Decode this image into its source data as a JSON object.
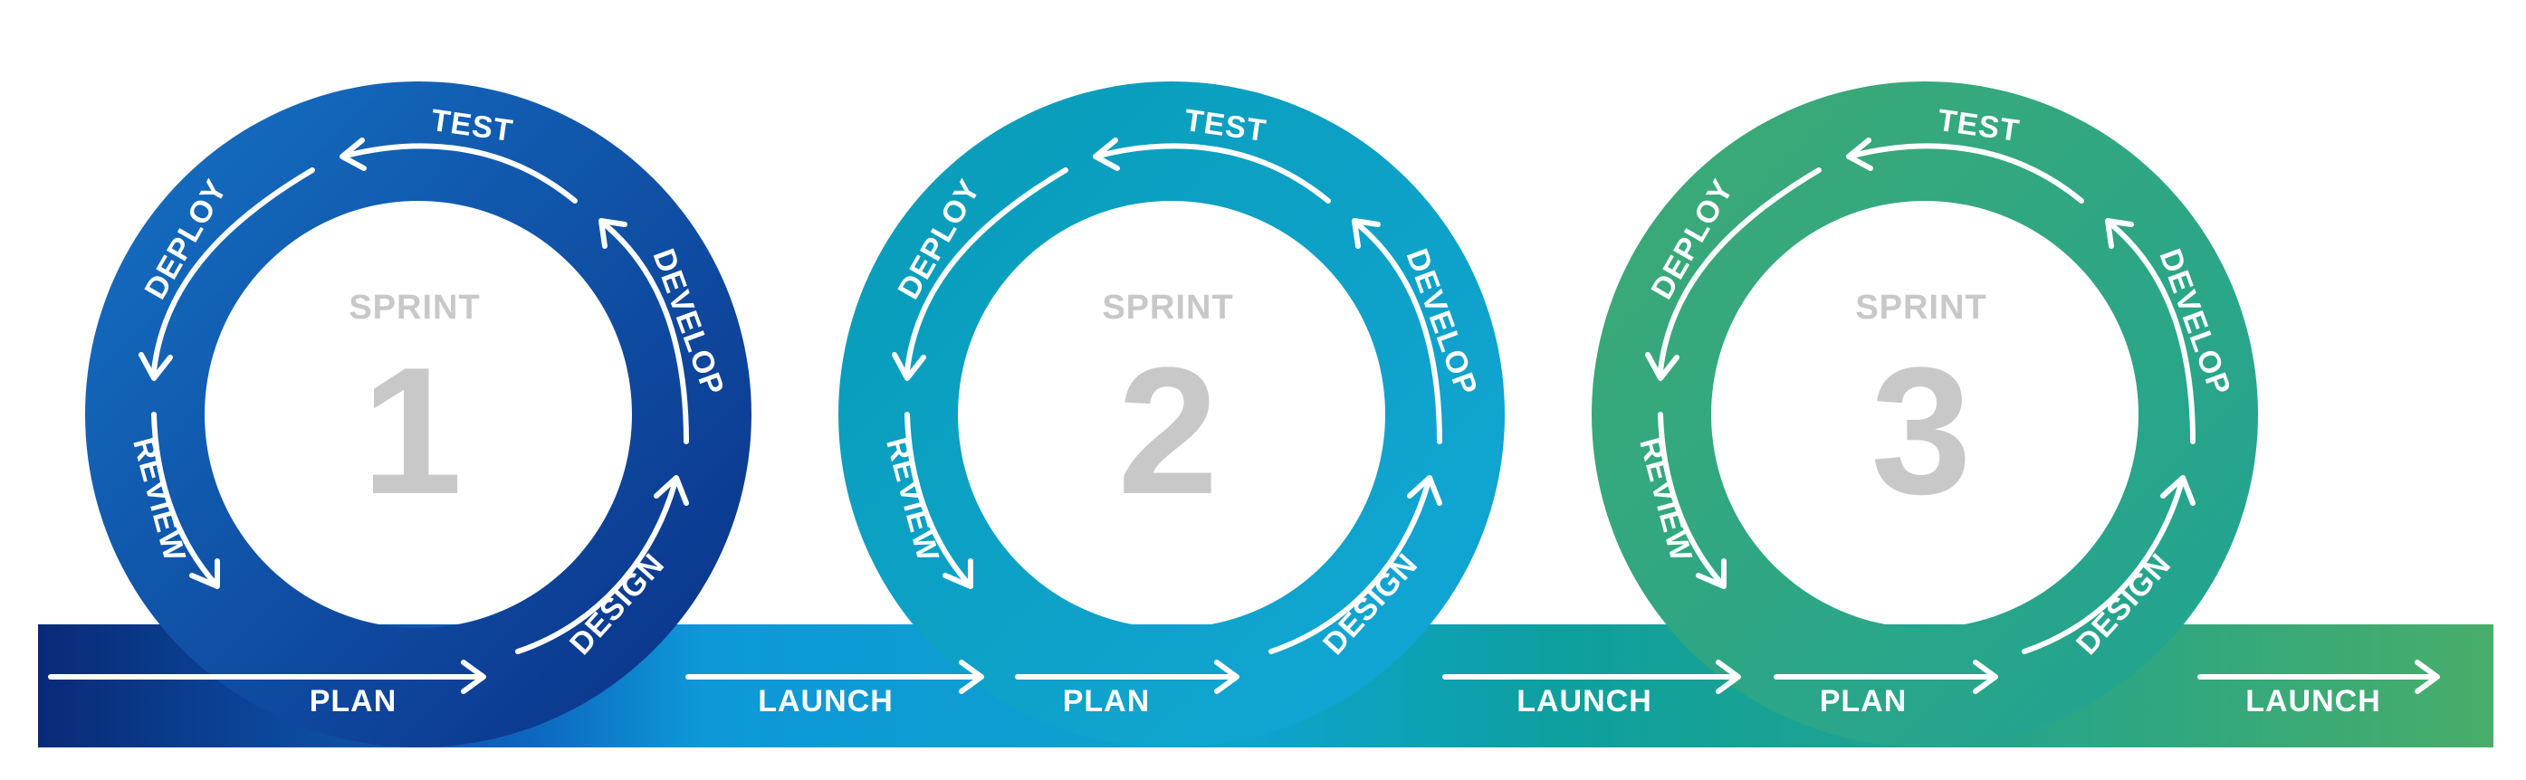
{
  "sprints": [
    {
      "word": "SPRINT",
      "number": "1",
      "stages": {
        "test": "TEST",
        "deploy": "DEPLOY",
        "develop": "DEVELOP",
        "review": "REVIEW",
        "design": "DESIGN"
      },
      "colors": {
        "ring_start": "#1573c6",
        "ring_end": "#0a2f86"
      }
    },
    {
      "word": "SPRINT",
      "number": "2",
      "stages": {
        "test": "TEST",
        "deploy": "DEPLOY",
        "develop": "DEVELOP",
        "review": "REVIEW",
        "design": "DESIGN"
      },
      "colors": {
        "ring_start": "#089cb6",
        "ring_end": "#12a6d8"
      }
    },
    {
      "word": "SPRINT",
      "number": "3",
      "stages": {
        "test": "TEST",
        "deploy": "DEPLOY",
        "develop": "DEVELOP",
        "review": "REVIEW",
        "design": "DESIGN"
      },
      "colors": {
        "ring_start": "#3faa73",
        "ring_end": "#1ea394"
      }
    }
  ],
  "band": {
    "labels": [
      "PLAN",
      "LAUNCH",
      "PLAN",
      "LAUNCH",
      "PLAN",
      "LAUNCH"
    ],
    "colors": {
      "start": "#0a2a78",
      "mid_blue": "#0e98d8",
      "teal": "#0ea09e",
      "end": "#48ad6a"
    }
  }
}
